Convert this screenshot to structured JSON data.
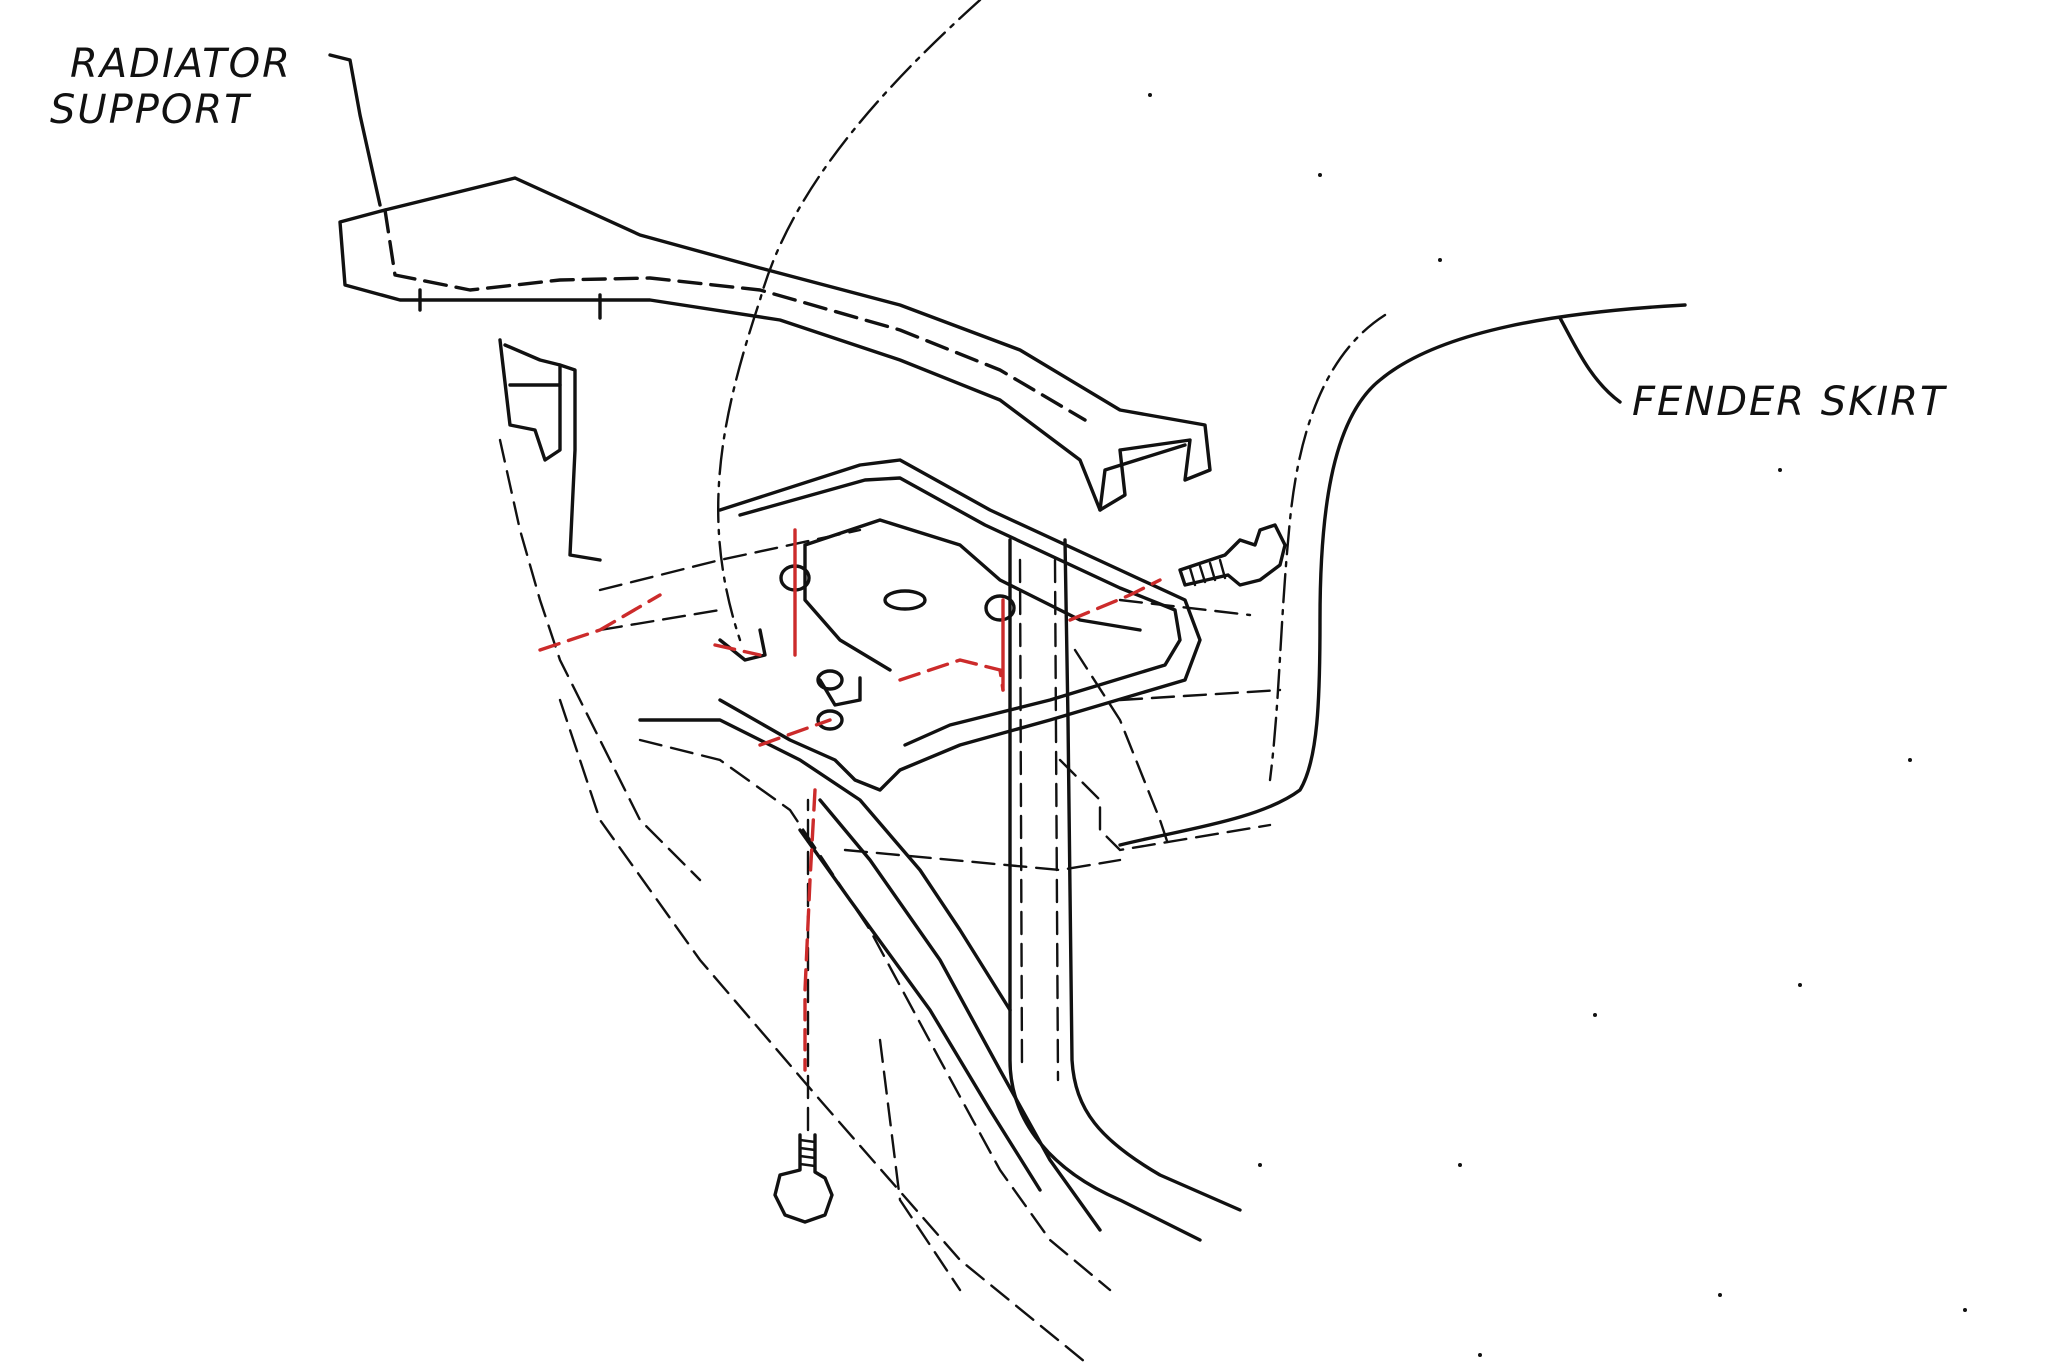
{
  "labels": {
    "radiator_support_line1": "RADIATOR",
    "radiator_support_line2": "SUPPORT",
    "fender_skirt": "FENDER SKIRT"
  },
  "colors": {
    "ink": "#111111",
    "hidden_line_highlight": "#cc2b2b",
    "background": "#ffffff"
  }
}
